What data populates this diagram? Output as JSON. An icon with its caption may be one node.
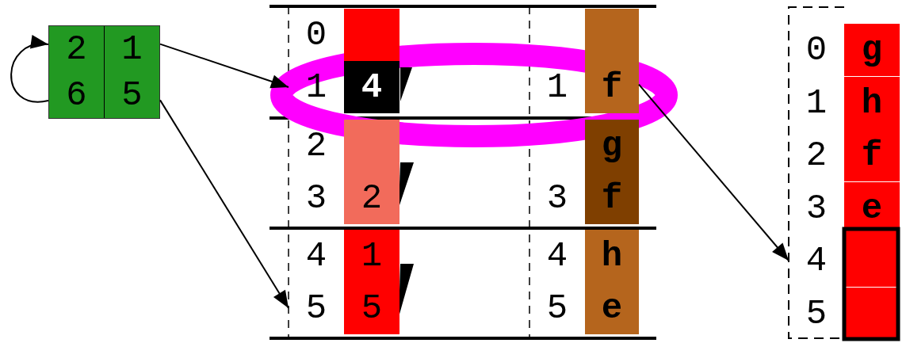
{
  "diagram": {
    "nodes": [
      {
        "text": [
          "2",
          "1",
          "6",
          "5"
        ]
      },
      {
        "text": [
          "0"
        ]
      },
      {
        "text": [
          "1",
          "4"
        ]
      },
      {
        "text": [
          "2"
        ]
      },
      {
        "text": [
          "3",
          "2"
        ]
      },
      {
        "text": [
          "4",
          "1"
        ]
      },
      {
        "text": [
          "5",
          "5"
        ]
      },
      {
        "text": [],
        "shape": "box"
      },
      {
        "text": [
          "1",
          "f"
        ]
      },
      {
        "text": [
          "g"
        ]
      },
      {
        "text": [
          "3",
          "f"
        ]
      },
      {
        "text": [
          "4",
          "h"
        ]
      },
      {
        "text": [
          "5",
          "e"
        ]
      },
      {
        "text": [
          "0",
          "g"
        ]
      },
      {
        "text": [
          "1",
          "h"
        ]
      },
      {
        "text": [
          "2",
          "f"
        ]
      },
      {
        "text": [
          "3",
          "e"
        ]
      },
      {
        "text": [
          "4"
        ]
      },
      {
        "text": [
          "5"
        ]
      }
    ],
    "edges": [
      {
        "from": 0,
        "to": 0,
        "arrow": "to"
      },
      {
        "from": 0,
        "to": 2,
        "arrow": "to"
      },
      {
        "from": 0,
        "to": 6,
        "arrow": "to"
      },
      {
        "from": 8,
        "to": 17,
        "arrow": "to"
      }
    ]
  }
}
